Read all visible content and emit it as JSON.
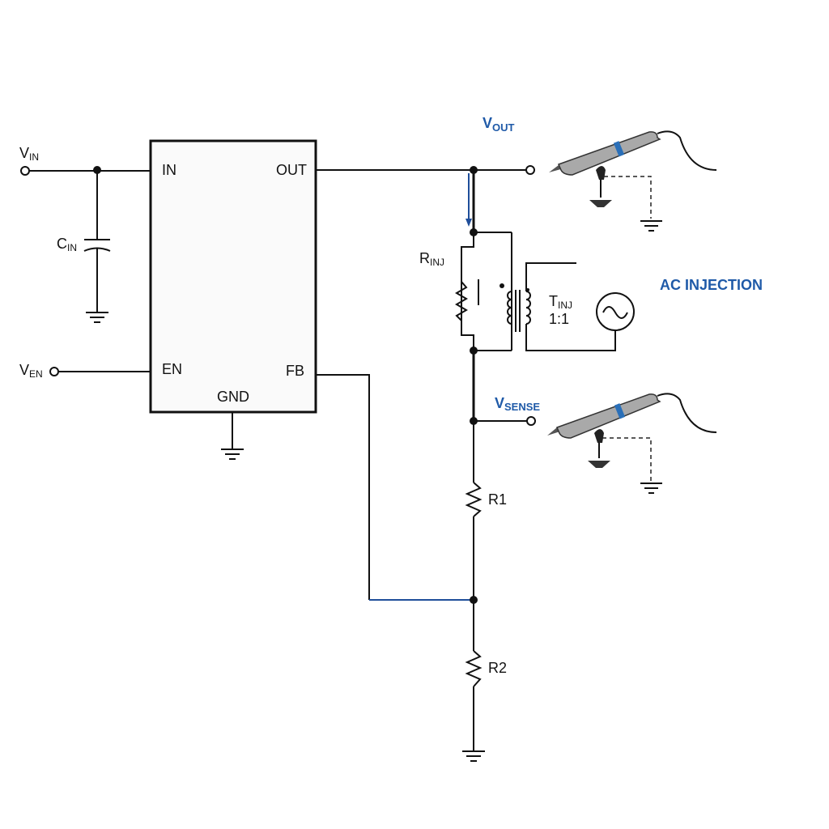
{
  "colors": {
    "wire": "#111111",
    "accent": "#1f5aa8",
    "probe_body": "#a9a9a9",
    "probe_band": "#2a6fb8"
  },
  "ic": {
    "pin_in": "IN",
    "pin_out": "OUT",
    "pin_en": "EN",
    "pin_fb": "FB",
    "pin_gnd": "GND"
  },
  "labels": {
    "vin_main": "V",
    "vin_sub": "IN",
    "ven_main": "V",
    "ven_sub": "EN",
    "cin_main": "C",
    "cin_sub": "IN",
    "vout_main": "V",
    "vout_sub": "OUT",
    "rinj_main": "R",
    "rinj_sub": "INJ",
    "tinj_main": "T",
    "tinj_sub": "INJ",
    "tinj_ratio": "1:1",
    "ac_injection": "AC INJECTION",
    "vsense_main": "V",
    "vsense_sub": "SENSE",
    "r1": "R1",
    "r2": "R2"
  },
  "icons": [
    "ground-symbol",
    "oscilloscope-probe-icon",
    "ac-source-icon",
    "transformer-icon",
    "resistor-symbol",
    "capacitor-symbol"
  ]
}
